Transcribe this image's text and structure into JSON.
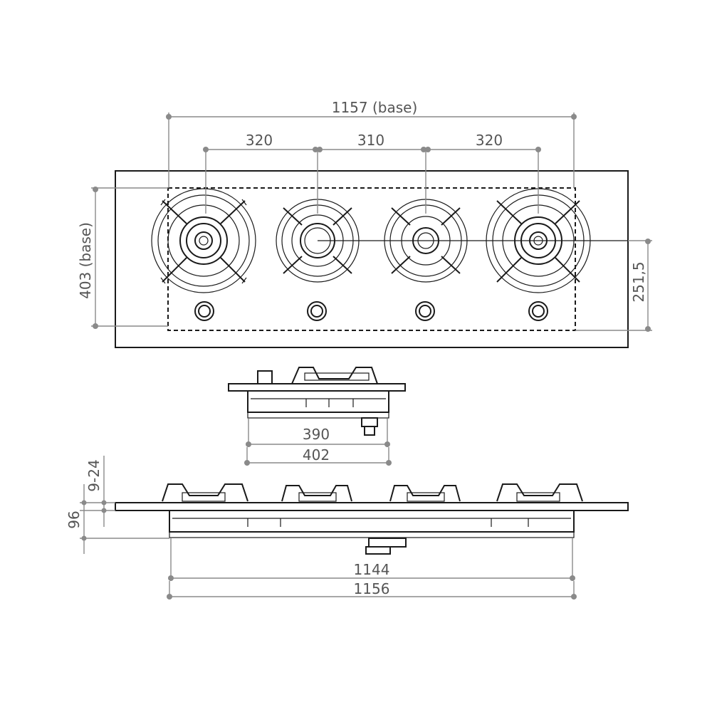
{
  "colors": {
    "line": "#1a1a1a",
    "dimension": "#8a8a8a",
    "text": "#555555",
    "background": "#ffffff"
  },
  "top_view": {
    "base_width_label": "1157 (base)",
    "spacing_left_label": "320",
    "spacing_middle_label": "310",
    "spacing_right_label": "320",
    "base_depth_label": "403 (base)",
    "burner_axis_label": "251,5",
    "burners": [
      {
        "name": "burner-left",
        "type": "triple-crown"
      },
      {
        "name": "burner-center-left",
        "type": "standard"
      },
      {
        "name": "burner-center-right",
        "type": "standard"
      },
      {
        "name": "burner-right",
        "type": "triple-crown"
      }
    ],
    "knob_count": 4
  },
  "side_view": {
    "inner_width_label": "390",
    "outer_width_label": "402"
  },
  "front_view": {
    "glass_thickness_label": "9-24",
    "height_label": "96",
    "inner_width_label": "1144",
    "outer_width_label": "1156"
  }
}
